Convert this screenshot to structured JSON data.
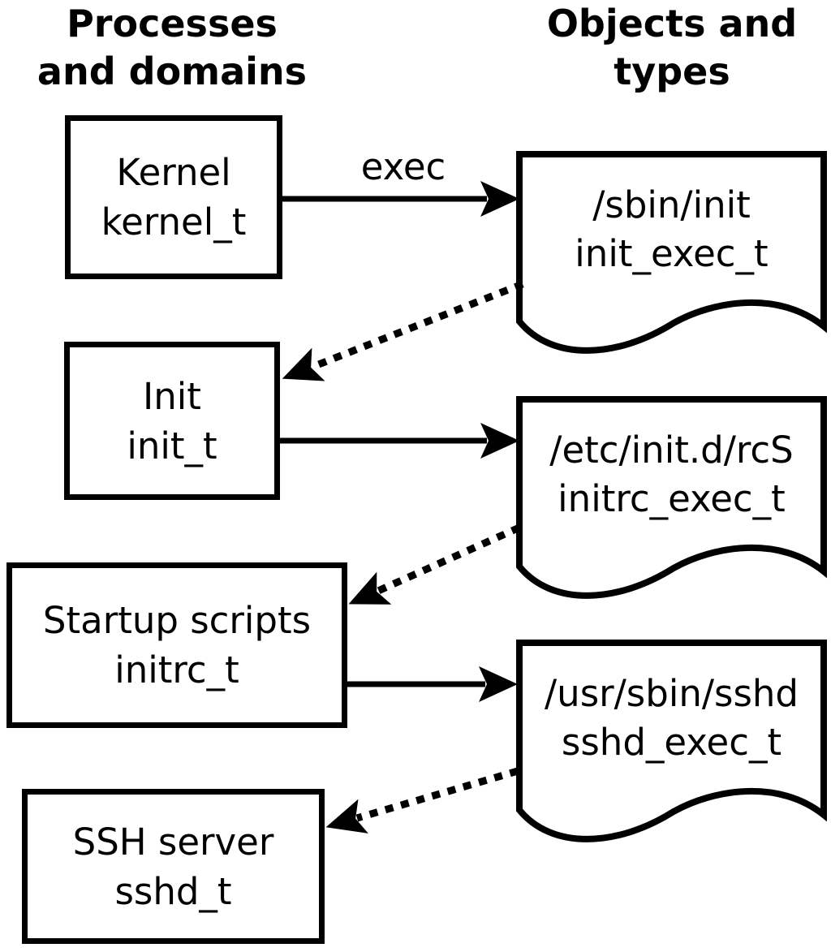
{
  "columns": {
    "left_header": {
      "line1": "Processes",
      "line2": "and domains"
    },
    "right_header": {
      "line1": "Objects and",
      "line2": "types"
    }
  },
  "process_nodes": [
    {
      "label": "Kernel",
      "domain": "kernel_t"
    },
    {
      "label": "Init",
      "domain": "init_t"
    },
    {
      "label": "Startup scripts",
      "domain": "initrc_t"
    },
    {
      "label": "SSH server",
      "domain": "sshd_t"
    }
  ],
  "object_nodes": [
    {
      "path": "/sbin/init",
      "type": "init_exec_t"
    },
    {
      "path": "/etc/init.d/rcS",
      "type": "initrc_exec_t"
    },
    {
      "path": "/usr/sbin/sshd",
      "type": "sshd_exec_t"
    }
  ],
  "edges": {
    "exec_label": "exec",
    "solid": [
      {
        "from": "kernel_t",
        "to": "init_exec_t",
        "label": "exec"
      },
      {
        "from": "init_t",
        "to": "initrc_exec_t",
        "label": ""
      },
      {
        "from": "initrc_t",
        "to": "sshd_exec_t",
        "label": ""
      }
    ],
    "dotted": [
      {
        "from": "init_exec_t",
        "to": "init_t"
      },
      {
        "from": "initrc_exec_t",
        "to": "initrc_t"
      },
      {
        "from": "sshd_exec_t",
        "to": "sshd_t"
      }
    ]
  },
  "colors": {
    "line": "#000000",
    "background": "#ffffff"
  }
}
